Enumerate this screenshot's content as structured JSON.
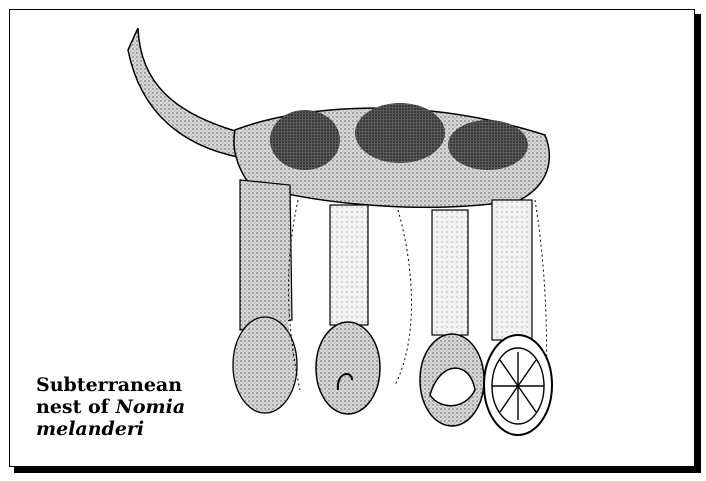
{
  "caption": {
    "line1": "Subterranean",
    "line2_prefix": "nest of ",
    "line2_italic": "Nomia",
    "line3_italic": "melanderi"
  },
  "colors": {
    "ink": "#000000",
    "shade": "#8a8a8a",
    "dark": "#3c3c3c",
    "paper": "#ffffff"
  },
  "illustration": {
    "subject": "nest-drawing",
    "cells": 4
  }
}
